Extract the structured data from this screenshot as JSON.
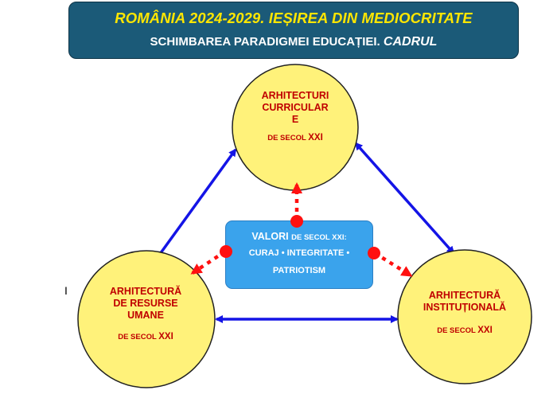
{
  "header": {
    "title": "ROMÂNIA 2024-2029. IEȘIREA DIN MEDIOCRITATE",
    "subtitle_plain": "SCHIMBAREA PARADIGMEI EDUCAȚIEI.",
    "subtitle_emphasis": "CADRUL"
  },
  "nodes": {
    "top": {
      "line1": "ARHITECTURI",
      "line2": "CURRICULAR",
      "line3": "E",
      "century_prefix": "DE SECOL",
      "century": "XXI"
    },
    "left": {
      "line1": "ARHITECTURĂ",
      "line2": "DE RESURSE",
      "line3": "UMANE",
      "century_prefix": "DE SECOL",
      "century": "XXI"
    },
    "right": {
      "line1": "ARHITECTURĂ",
      "line2": "INSTITUȚIONALĂ",
      "century_prefix": "DE SECOL",
      "century": "XXI"
    }
  },
  "values": {
    "label": "VALORI",
    "century_suffix": "DE SECOL XXI:",
    "item1": "CURAJ",
    "item2": "INTEGRITATE",
    "item3": "PATRIOTISM",
    "separator": "•"
  },
  "stray_glyph": "I",
  "colors": {
    "banner": "#1b5a78",
    "title_yellow": "#ffe600",
    "circle_fill": "#fff27a",
    "node_text": "#c00000",
    "values_box": "#3aa3ec",
    "solid_arrow": "#1414e6",
    "dotted_arrow": "#ff1010"
  }
}
